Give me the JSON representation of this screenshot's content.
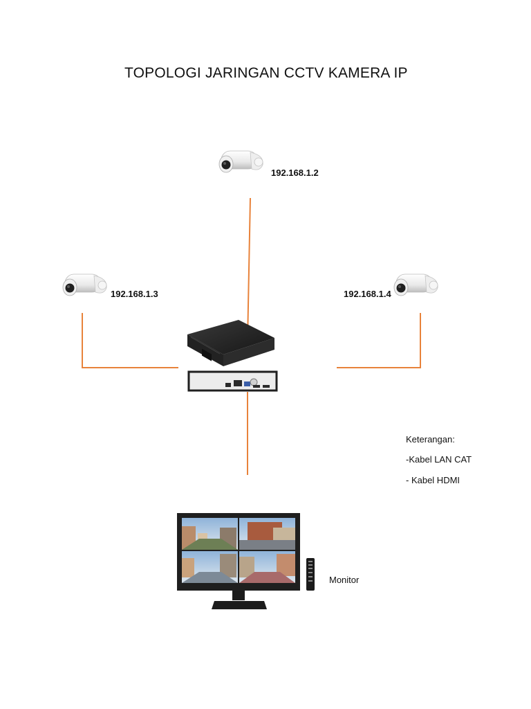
{
  "title": "TOPOLOGI JARINGAN CCTV KAMERA IP",
  "cameras": [
    {
      "ip": "192.168.1.2"
    },
    {
      "ip": "192.168.1.3"
    },
    {
      "ip": "192.168.1.4"
    }
  ],
  "legend": {
    "heading": "Keterangan:",
    "items": [
      "-Kabel LAN CAT",
      "- Kabel HDMI"
    ]
  },
  "monitor": {
    "label": "Monitor"
  },
  "colors": {
    "cable": "#e8823a",
    "device": "#1e1e1e"
  },
  "icons": [
    "bullet-camera-icon",
    "nvr-icon",
    "monitor-icon",
    "remote-icon"
  ]
}
